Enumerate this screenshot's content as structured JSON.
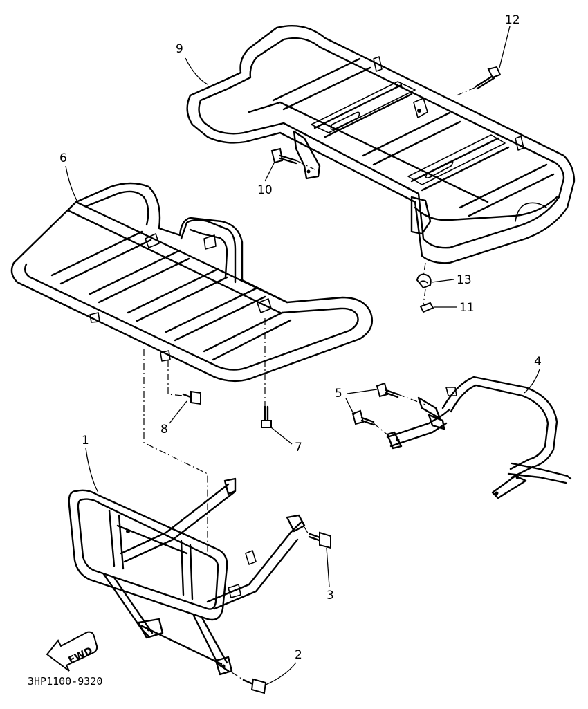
{
  "diagram": {
    "drawing_code": "3HP1100-9320",
    "direction_label": "FWD",
    "callouts": {
      "p1": "1",
      "p2": "2",
      "p3": "3",
      "p4": "4",
      "p5": "5",
      "p6": "6",
      "p7": "7",
      "p8": "8",
      "p9": "9",
      "p10": "10",
      "p11": "11",
      "p12": "12",
      "p13": "13"
    }
  }
}
